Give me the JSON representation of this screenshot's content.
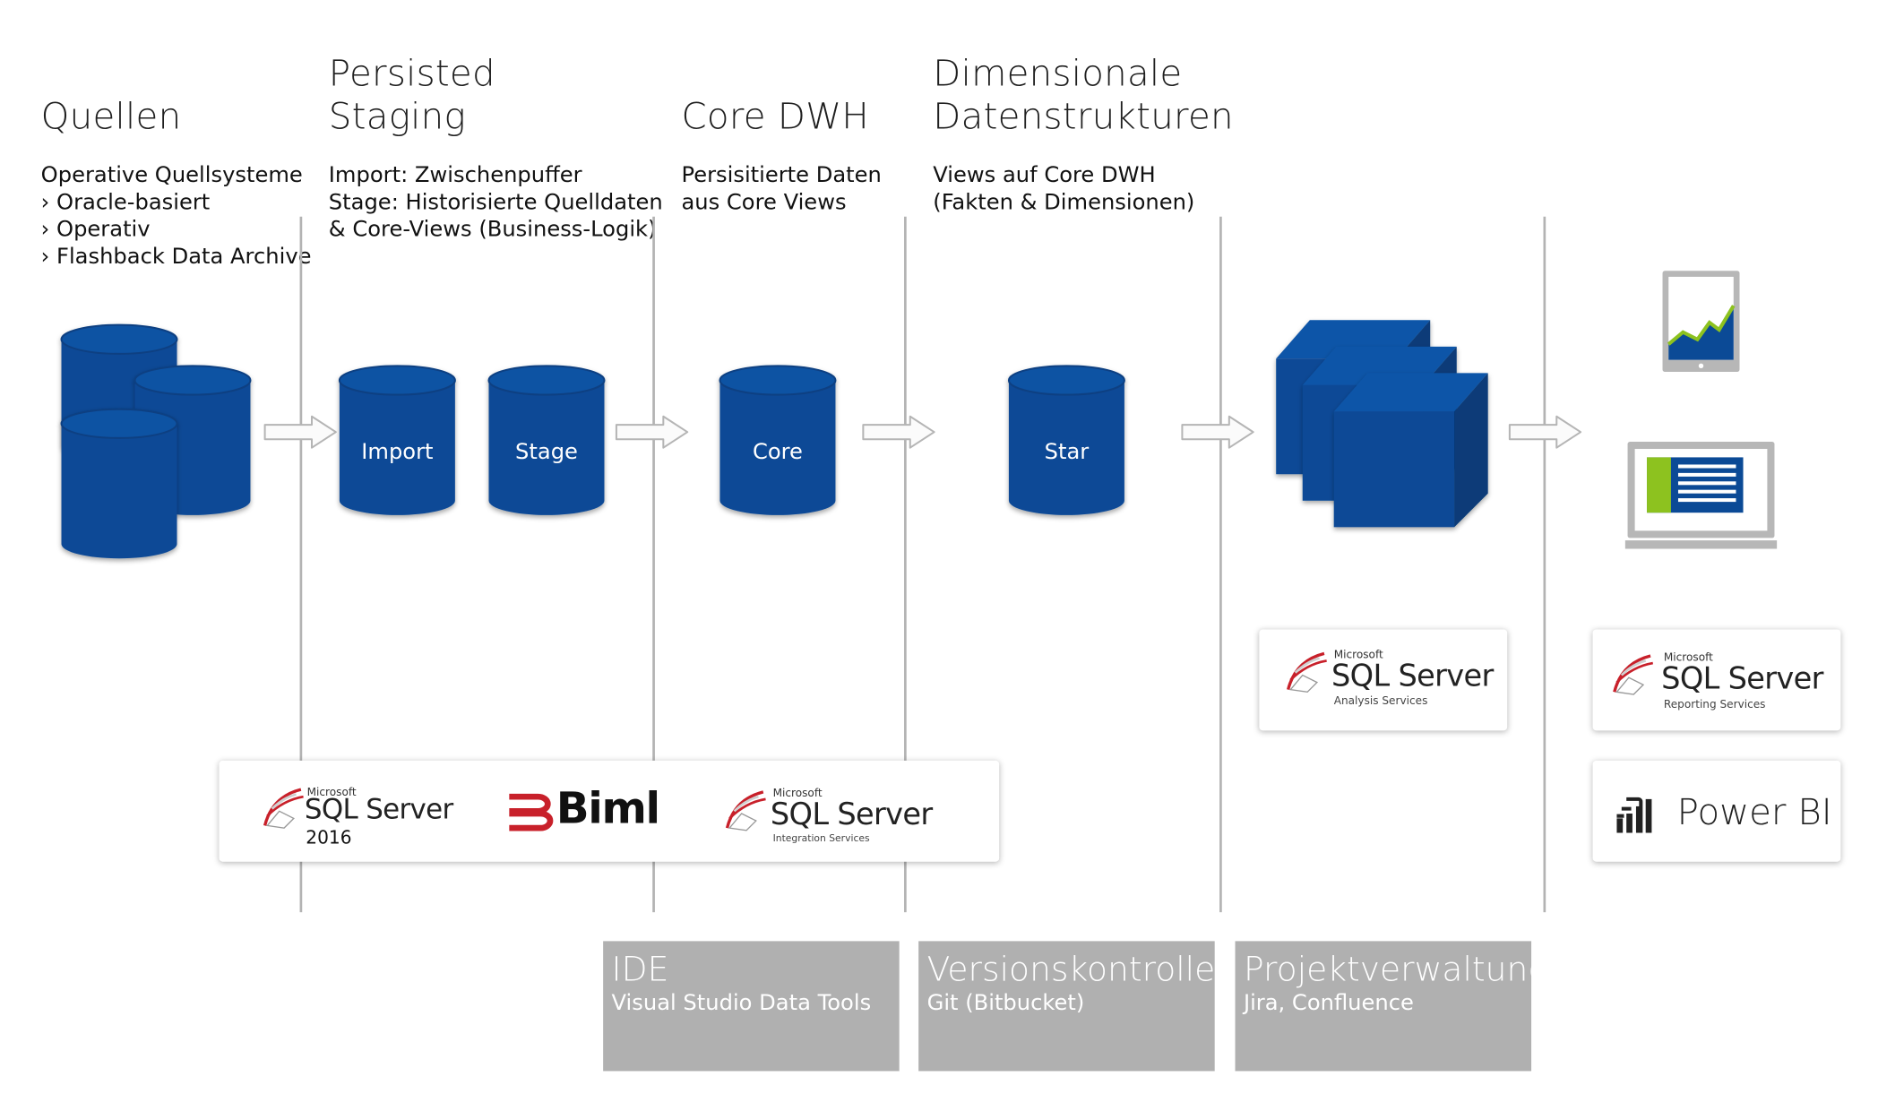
{
  "columns": [
    {
      "title_lines": [
        "Quellen"
      ],
      "desc_lines": [
        "Operative Quellsysteme",
        "› Oracle-basiert",
        "› Operativ",
        "› Flashback Data Archive"
      ]
    },
    {
      "title_lines": [
        "Persisted",
        "Staging"
      ],
      "desc_lines": [
        "Import: Zwischenpuffer",
        "Stage: Historisierte Quelldaten",
        "& Core-Views (Business-Logik)"
      ]
    },
    {
      "title_lines": [
        "Core DWH"
      ],
      "desc_lines": [
        "Persisitierte Daten",
        "aus Core Views"
      ]
    },
    {
      "title_lines": [
        "Dimensionale",
        "Datenstrukturen"
      ],
      "desc_lines": [
        "Views auf Core DWH",
        "(Fakten & Dimensionen)"
      ]
    }
  ],
  "databases": {
    "import": "Import",
    "stage": "Stage",
    "core": "Core",
    "star": "Star"
  },
  "logos": {
    "ms_small": "Microsoft",
    "sql_server": "SQL Server",
    "sql2016_edition": "2016",
    "biml": "Biml",
    "ssis_sub": "Integration Services",
    "ssas_sub": "Analysis Services",
    "ssrs_sub": "Reporting Services",
    "powerbi": "Power BI"
  },
  "tools": [
    {
      "title": "IDE",
      "subtitle": "Visual Studio Data Tools"
    },
    {
      "title": "Versionskontrolle",
      "subtitle": "Git (Bitbucket)"
    },
    {
      "title": "Projektverwaltung",
      "subtitle": "Jira, Confluence"
    }
  ],
  "colors": {
    "db_blue": "#0b4a96",
    "line_gray": "#b3b3b3",
    "box_gray": "#b0b0b0",
    "accent_green": "#8dc21f",
    "sql_red": "#c8202a"
  }
}
